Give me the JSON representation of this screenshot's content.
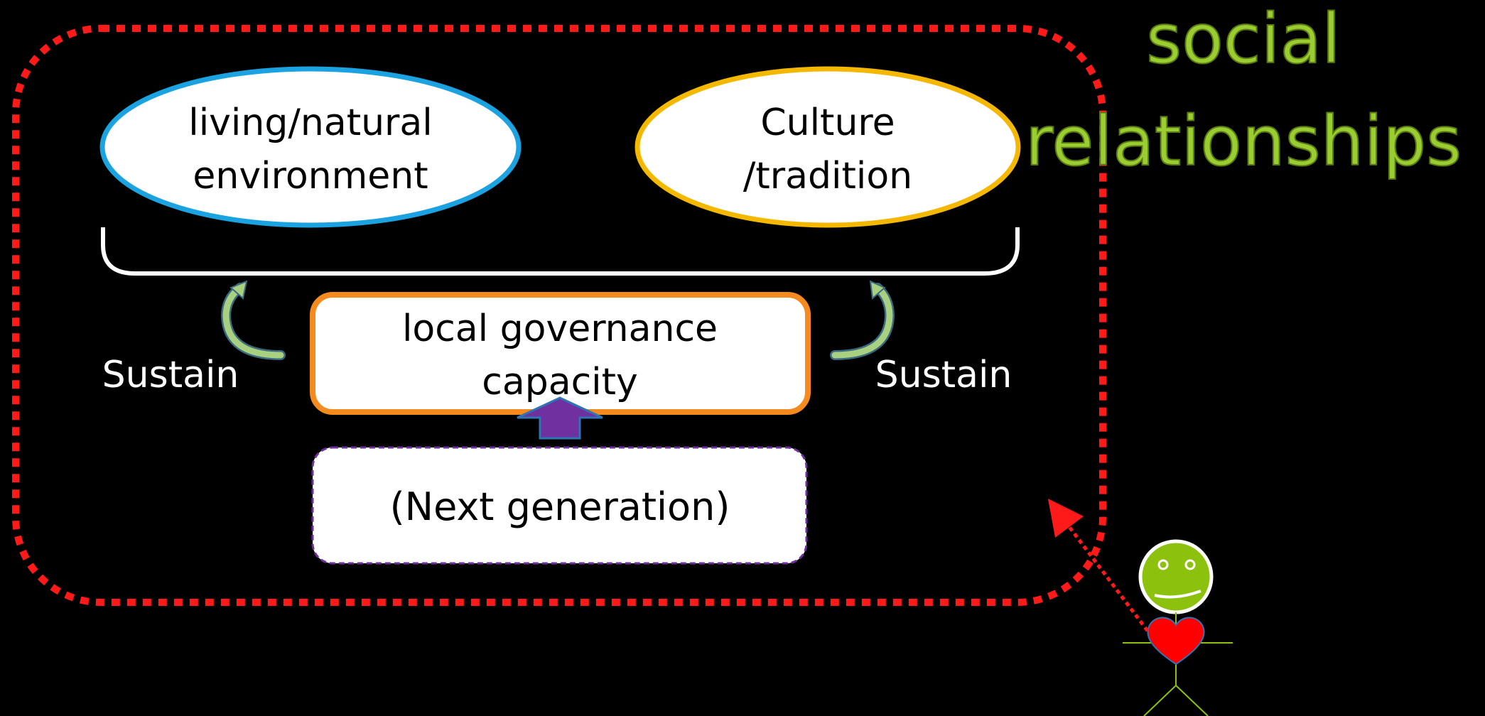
{
  "title": {
    "line1": "social",
    "line2": "relationships"
  },
  "nodes": {
    "environment": {
      "line1": "living/natural",
      "line2": "environment"
    },
    "culture": {
      "line1": "Culture",
      "line2": "/tradition"
    },
    "governance": {
      "line1": "local governance",
      "line2": "capacity"
    },
    "next_generation": {
      "label": "(Next generation)"
    }
  },
  "labels": {
    "sustain_left": "Sustain",
    "sustain_right": "Sustain"
  },
  "colors": {
    "background": "#000000",
    "title": "#9ACD32",
    "title_outline": "#5a7a10",
    "environment_border": "#1aa3e0",
    "culture_border": "#f5b800",
    "governance_border": "#f58a1f",
    "next_generation_border": "#7030a0",
    "boundary": "#ff1a1a",
    "up_arrow": "#7030a0",
    "curved_arrow": "#7fb2a0",
    "face": "#8cc20e",
    "heart": "#ff0000"
  }
}
